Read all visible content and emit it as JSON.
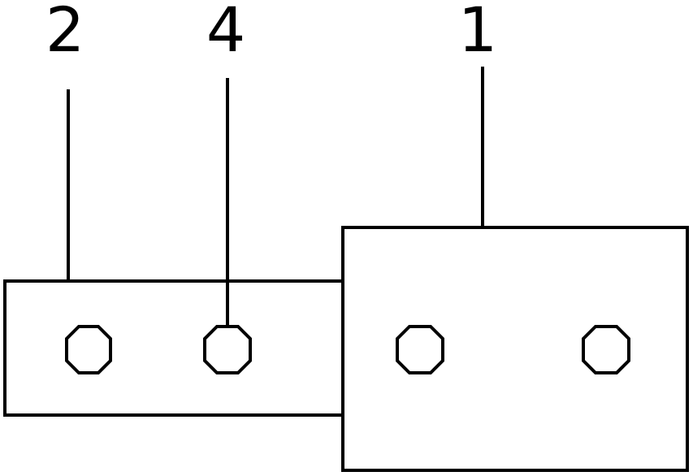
{
  "diagram": {
    "callouts": [
      {
        "id": "left-plate",
        "label": "2"
      },
      {
        "id": "hole",
        "label": "4"
      },
      {
        "id": "right-block",
        "label": "1"
      }
    ],
    "line_color": "#000000",
    "background": "#ffffff"
  }
}
